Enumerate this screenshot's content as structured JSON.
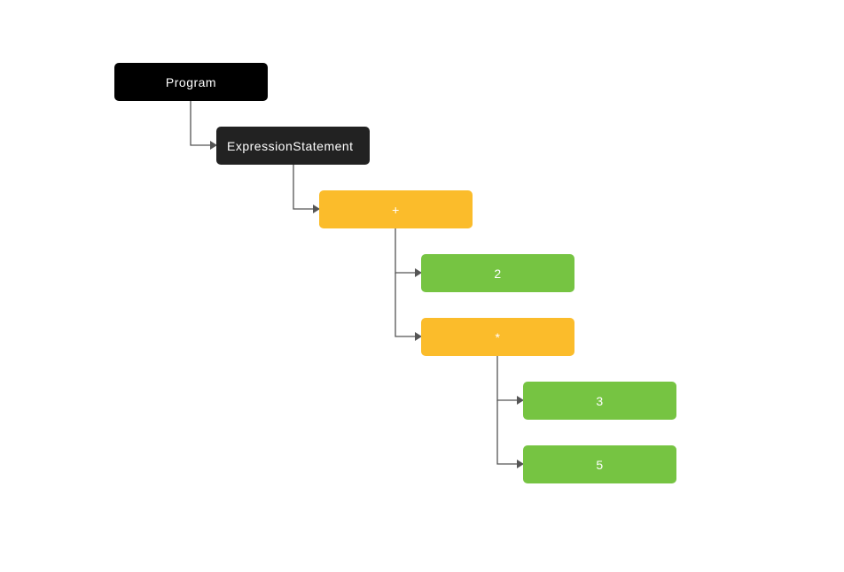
{
  "diagram": {
    "nodes": {
      "program": {
        "label": "Program",
        "color": "#000000"
      },
      "expression_statement": {
        "label": "ExpressionStatement",
        "color": "#222222"
      },
      "plus": {
        "label": "+",
        "color": "#fbbc2b"
      },
      "two": {
        "label": "2",
        "color": "#76c442"
      },
      "times": {
        "label": "*",
        "color": "#fbbc2b"
      },
      "three": {
        "label": "3",
        "color": "#76c442"
      },
      "five": {
        "label": "5",
        "color": "#76c442"
      }
    },
    "edges": [
      [
        "program",
        "expression_statement"
      ],
      [
        "expression_statement",
        "plus"
      ],
      [
        "plus",
        "two"
      ],
      [
        "plus",
        "times"
      ],
      [
        "times",
        "three"
      ],
      [
        "times",
        "five"
      ]
    ],
    "connector_color": "#555555"
  }
}
